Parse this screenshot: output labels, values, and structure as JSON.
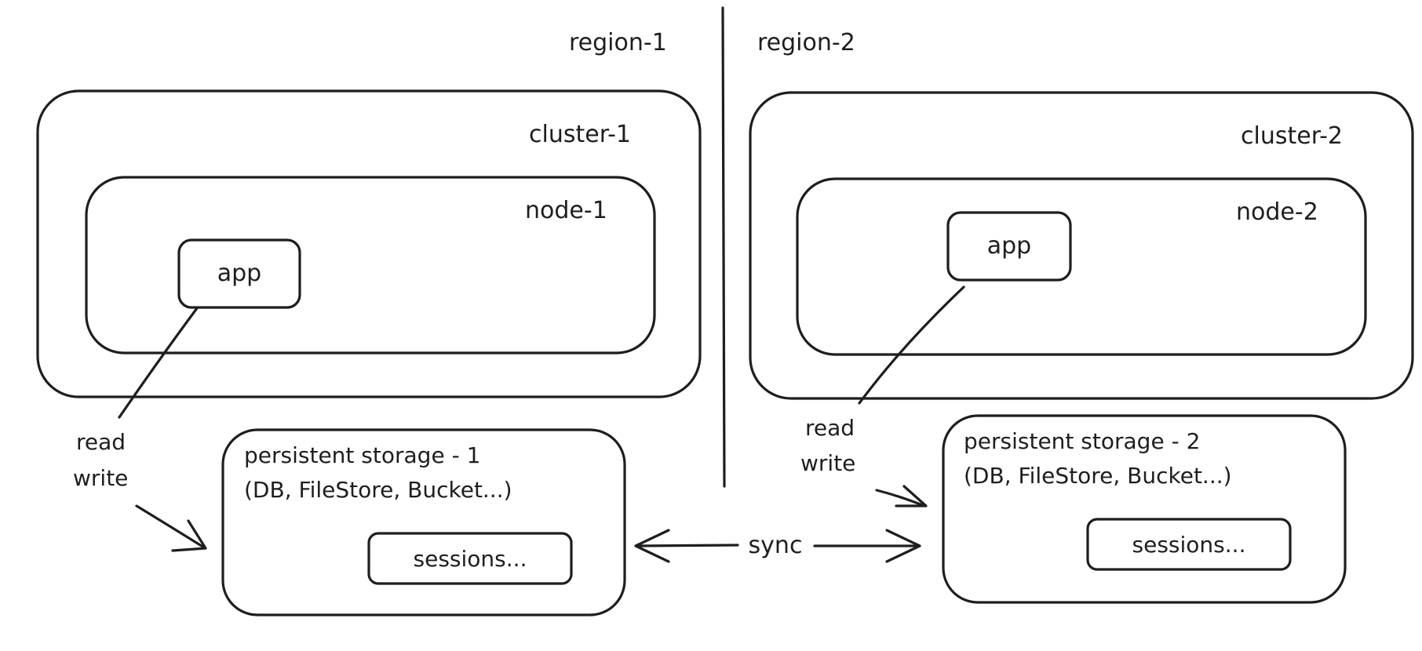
{
  "diagram": {
    "region_left": "region-1",
    "region_right": "region-2",
    "cluster_left": "cluster-1",
    "cluster_right": "cluster-2",
    "node_left": "node-1",
    "node_right": "node-2",
    "app_left": "app",
    "app_right": "app",
    "read_left": "read",
    "write_left": "write",
    "read_right": "read",
    "write_right": "write",
    "storage_left_line1": "persistent storage - 1",
    "storage_left_line2": "(DB, FileStore, Bucket...)",
    "storage_right_line1": "persistent storage - 2",
    "storage_right_line2": "(DB, FileStore, Bucket...)",
    "sessions_left": "sessions...",
    "sessions_right": "sessions...",
    "sync": "sync"
  },
  "colors": {
    "stroke": "#1e1e1e",
    "background": "#ffffff"
  }
}
